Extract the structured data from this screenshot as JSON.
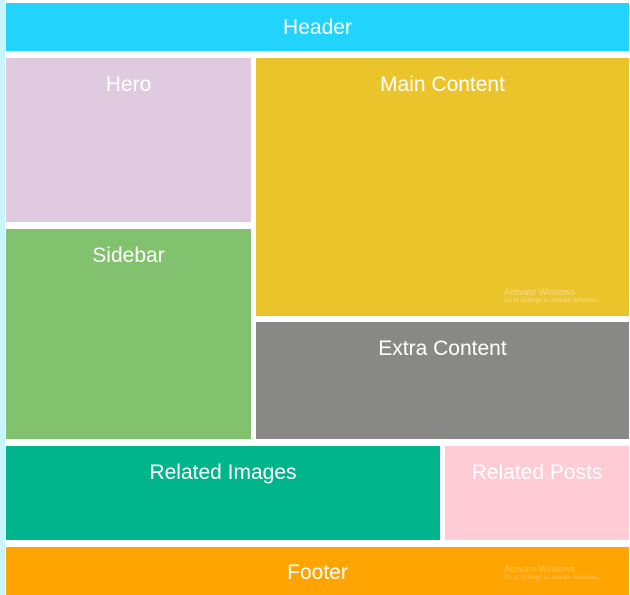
{
  "colors": {
    "header": "#22d3fb",
    "hero": "#dfcadf",
    "sidebar": "#82c16d",
    "main": "#ebc32b",
    "extra": "#888886",
    "related_images": "#00b48c",
    "related_posts": "#ffcbd5",
    "footer": "#ffa401",
    "left_stripe": "#c8f4fb"
  },
  "blocks": {
    "header": "Header",
    "hero": "Hero",
    "sidebar": "Sidebar",
    "main": "Main Content",
    "extra": "Extra Content",
    "related_images": "Related Images",
    "related_posts": "Related Posts",
    "footer": "Footer"
  },
  "watermark": {
    "line1": "Activate Windows",
    "line2": "Go to Settings to activate Windows."
  }
}
